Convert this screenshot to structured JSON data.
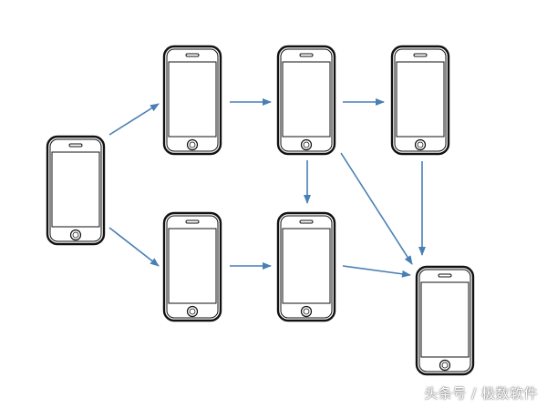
{
  "diagram": {
    "nodes": [
      {
        "id": "p1",
        "icon": "phone-icon"
      },
      {
        "id": "p2",
        "icon": "phone-icon"
      },
      {
        "id": "p3",
        "icon": "phone-icon"
      },
      {
        "id": "p4",
        "icon": "phone-icon"
      },
      {
        "id": "p5",
        "icon": "phone-icon"
      },
      {
        "id": "p6",
        "icon": "phone-icon"
      },
      {
        "id": "p7",
        "icon": "phone-icon"
      }
    ],
    "edges": [
      {
        "from": "p1",
        "to": "p2"
      },
      {
        "from": "p1",
        "to": "p5"
      },
      {
        "from": "p2",
        "to": "p3"
      },
      {
        "from": "p3",
        "to": "p4"
      },
      {
        "from": "p3",
        "to": "p6"
      },
      {
        "from": "p3",
        "to": "p7"
      },
      {
        "from": "p4",
        "to": "p7"
      },
      {
        "from": "p5",
        "to": "p6"
      },
      {
        "from": "p6",
        "to": "p7"
      }
    ],
    "colors": {
      "arrow": "#4a7fb5",
      "phone_outline": "#111111",
      "phone_fill": "#ffffff"
    }
  },
  "watermark": {
    "text": "头条号 / 极数软件"
  }
}
